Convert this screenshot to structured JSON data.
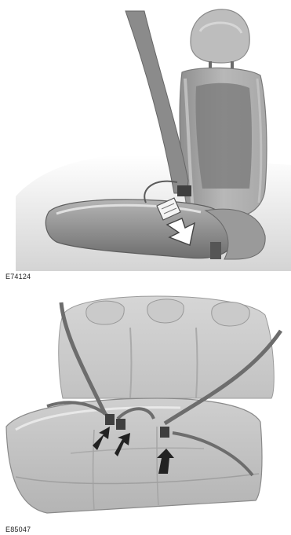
{
  "figures": [
    {
      "code": "E74124",
      "content": "front-seat-belt-illustration"
    },
    {
      "code": "E85047",
      "content": "rear-bench-seat-belt-buckles-illustration"
    }
  ]
}
